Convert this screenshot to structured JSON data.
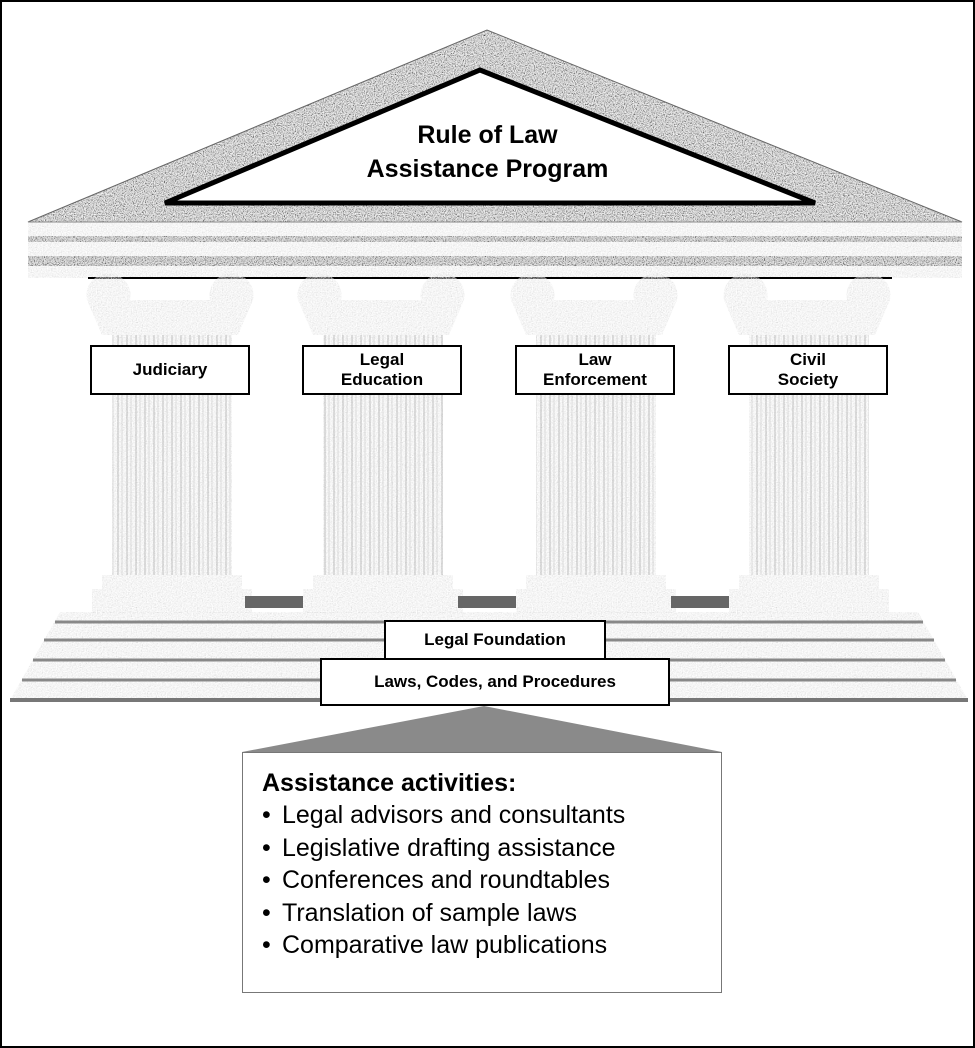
{
  "title": {
    "line1": "Rule of Law",
    "line2": "Assistance Program"
  },
  "pillars": [
    {
      "label": "Judiciary"
    },
    {
      "label": "Legal\nEducation"
    },
    {
      "label": "Law\nEnforcement"
    },
    {
      "label": "Civil\nSociety"
    }
  ],
  "foundation": {
    "upper": "Legal Foundation",
    "lower": "Laws, Codes, and Procedures"
  },
  "activities": {
    "heading": "Assistance activities:",
    "items": [
      "Legal advisors and consultants",
      "Legislative drafting assistance",
      "Conferences and roundtables",
      "Translation of sample laws",
      "Comparative law publications"
    ]
  }
}
